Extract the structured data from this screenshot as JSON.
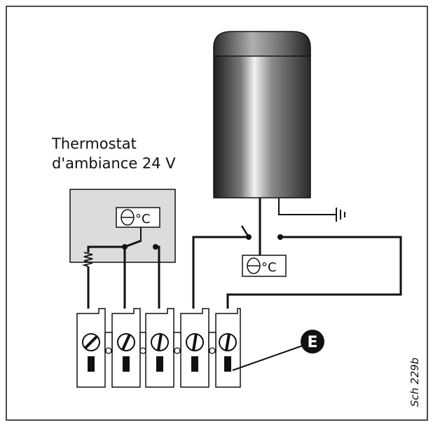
{
  "labels": {
    "thermostat_line1": "Thermostat",
    "thermostat_line2": "d'ambiance 24 V",
    "thermo_unit": "°C",
    "tank_thermo_unit": "°C",
    "callout_letter": "E",
    "reference": "Sch 229b"
  },
  "colors": {
    "panel_fill": "#dcdcdc",
    "line": "#111111",
    "callout_fill": "#111111",
    "callout_text": "#ffffff"
  },
  "icons": {
    "thermostat_sensor": "theta-sensor-icon",
    "ground": "ground-icon",
    "terminal_screw": "screw-icon"
  },
  "terminal_block": {
    "count": 5
  }
}
